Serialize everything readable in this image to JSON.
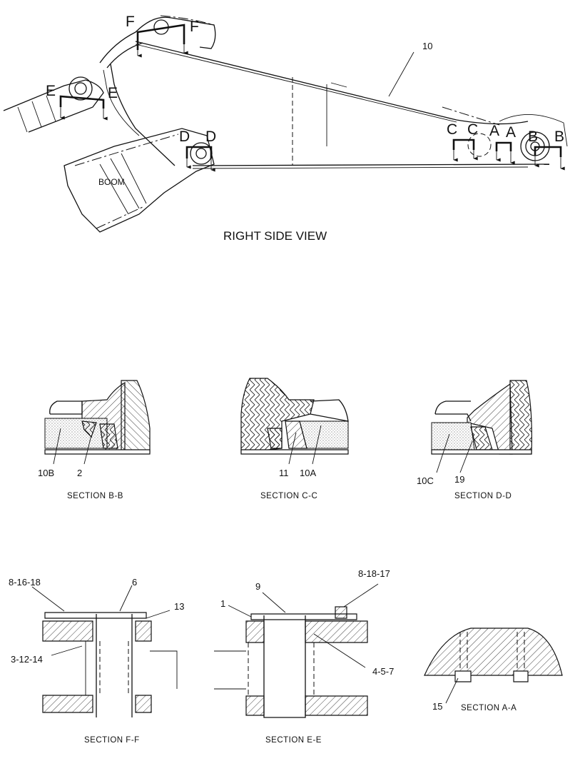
{
  "main_view": {
    "title": "RIGHT SIDE VIEW",
    "boom_label": "BOOM",
    "part_10": "10",
    "section_marks": {
      "F": "F",
      "E": "E",
      "D": "D",
      "C": "C",
      "A": "A",
      "B": "B"
    }
  },
  "sections": {
    "bb": {
      "title": "SECTION B-B",
      "callouts": [
        "10B",
        "2"
      ]
    },
    "cc": {
      "title": "SECTION C-C",
      "callouts": [
        "11",
        "10A"
      ]
    },
    "dd": {
      "title": "SECTION D-D",
      "callouts": [
        "10C",
        "19"
      ]
    },
    "ff": {
      "title": "SECTION F-F",
      "callouts": [
        "8-16-18",
        "6",
        "13",
        "3-12-14"
      ]
    },
    "ee": {
      "title": "SECTION E-E",
      "callouts": [
        "9",
        "1",
        "8-18-17",
        "4-5-7"
      ]
    },
    "aa": {
      "title": "SECTION A-A",
      "callouts": [
        "15"
      ]
    }
  }
}
